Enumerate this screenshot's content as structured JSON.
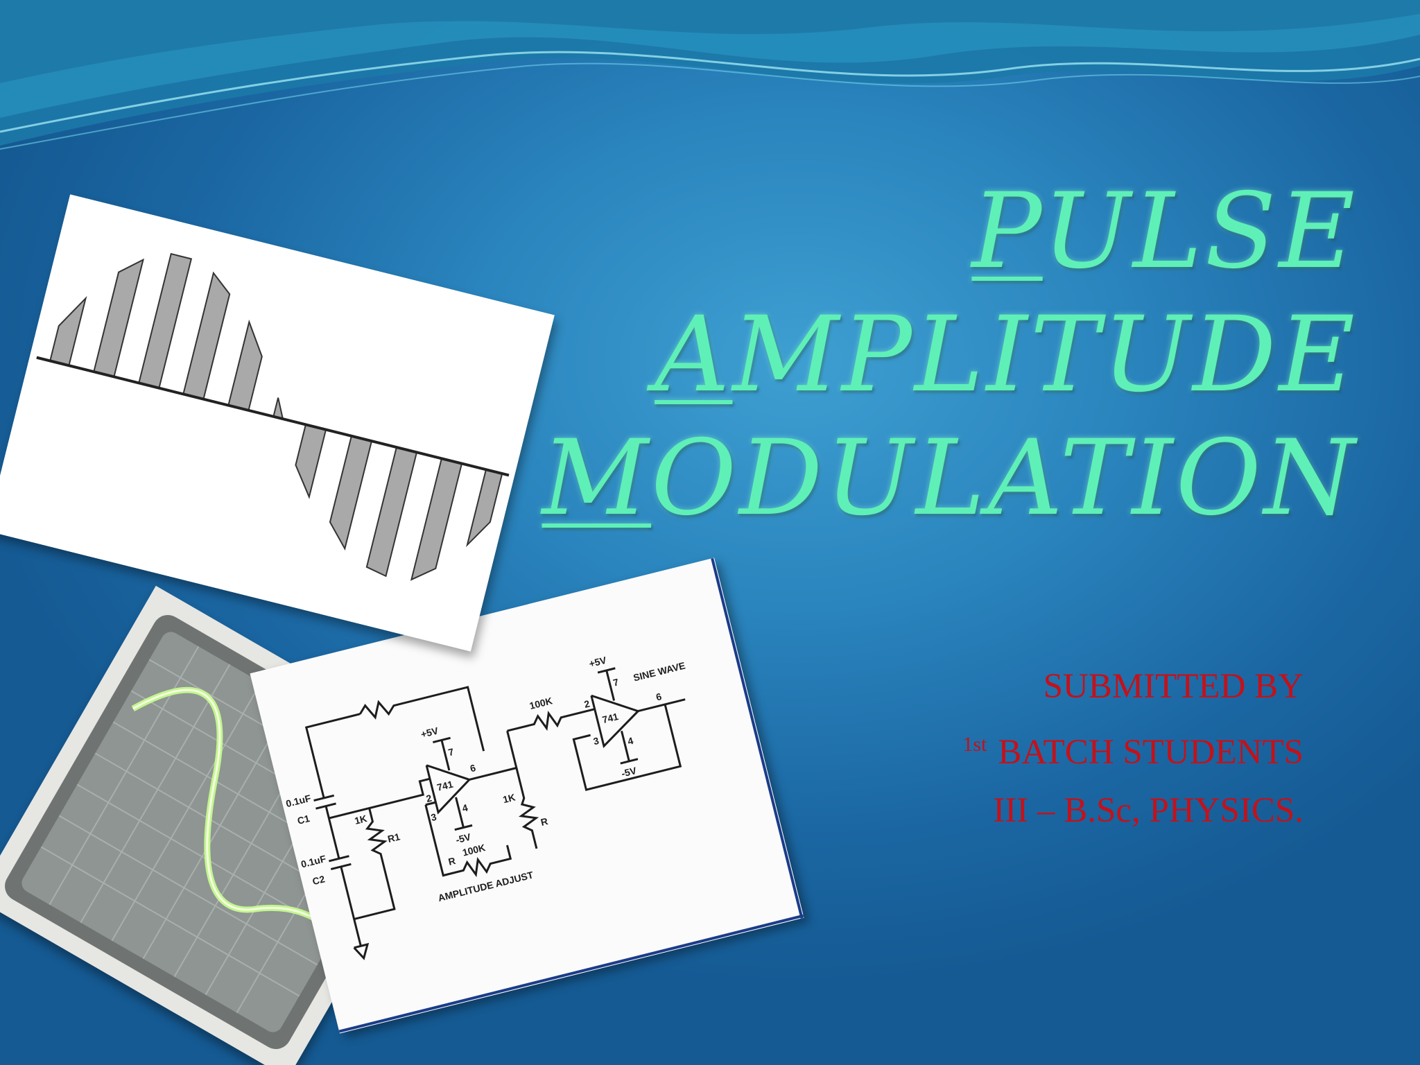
{
  "title": {
    "line1": {
      "first": "P",
      "rest": "ULSE"
    },
    "line2": {
      "first": "A",
      "rest": "MPLITUDE"
    },
    "line3": {
      "first": "M",
      "rest": "ODULATION"
    }
  },
  "submitted": {
    "line1": "SUBMITTED BY",
    "line2_sup": "1st",
    "line2_text": "BATCH STUDENTS",
    "line3": "III – B.Sc, PHYSICS."
  },
  "circuit_labels": {
    "plus5_a": "+5V",
    "plus5_b": "+5V",
    "minus5_a": "-5V",
    "minus5_b": "-5V",
    "opamp_a": "741",
    "opamp_b": "741",
    "sine_wave": "SINE WAVE",
    "r_100k_a": "100K",
    "r_100k_b": "100K",
    "r_1k_a": "1K",
    "r_1k_b": "1K",
    "r1": "R1",
    "r_a": "R",
    "r_b": "R",
    "c1_value": "0.1uF",
    "c1": "C1",
    "c2_value": "0.1uF",
    "c2": "C2",
    "amplitude_adjust": "AMPLITUDE ADJUST",
    "pin2_a": "2",
    "pin3_a": "3",
    "pin4_a": "4",
    "pin6_a": "6",
    "pin7_a": "7",
    "pin2_b": "2",
    "pin3_b": "3",
    "pin4_b": "4",
    "pin6_b": "6",
    "pin7_b": "7"
  },
  "colors": {
    "title": "#5ff0b8",
    "submitted_text": "#c4111a",
    "background": "#2a84bd"
  }
}
